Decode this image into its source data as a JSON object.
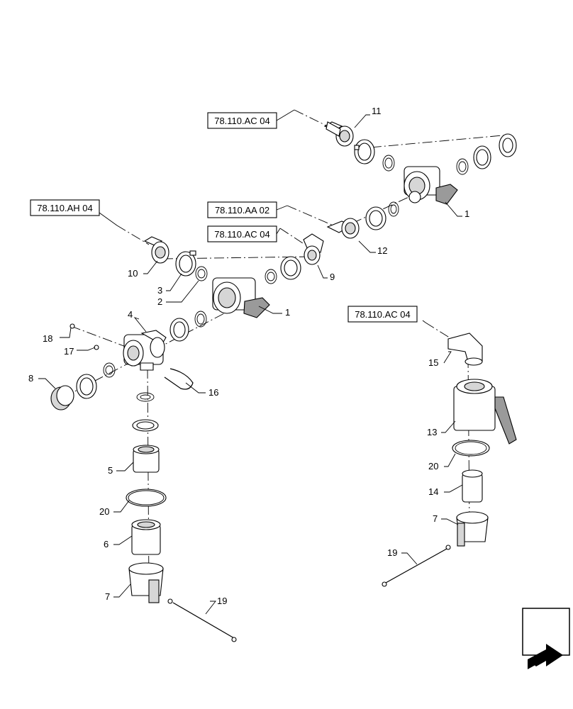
{
  "references": {
    "ref_top": "78.110.AC 04",
    "ref_aa": "78.110.AA 02",
    "ref_ac_mid": "78.110.AC 04",
    "ref_ah": "78.110.AH 04",
    "ref_right": "78.110.AC 04"
  },
  "callouts": {
    "c11": "11",
    "c1a": "1",
    "c12": "12",
    "c9": "9",
    "c1b": "1",
    "c10": "10",
    "c3": "3",
    "c2": "2",
    "c4": "4",
    "c18": "18",
    "c17": "17",
    "c8": "8",
    "c16": "16",
    "c5": "5",
    "c20a": "20",
    "c6": "6",
    "c7a": "7",
    "c19a": "19",
    "c15": "15",
    "c13": "13",
    "c20b": "20",
    "c14": "14",
    "c7b": "7",
    "c19b": "19"
  },
  "icons": {
    "corner": "next-page-arrow-icon"
  }
}
